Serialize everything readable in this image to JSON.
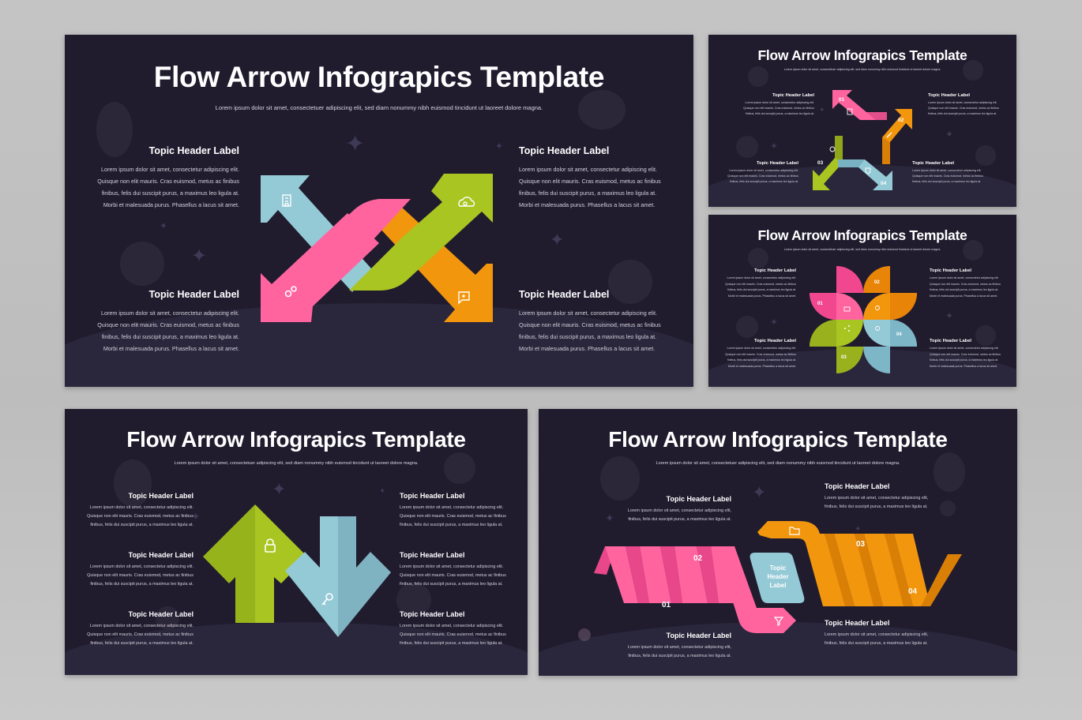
{
  "colors": {
    "page_bg": "#c2c2c2",
    "slide_bg": "#201c2e",
    "pink": "#ff649f",
    "orange": "#f2960e",
    "green": "#a9c521",
    "blue": "#94c9d6",
    "text": "#ffffff"
  },
  "slides": [
    {
      "title": "Flow Arrow Infograpics Template",
      "subtitle": "Lorem ipsum dolor sit amet, consectetuer adipiscing elit, sed diam nonummy nibh euismod tincidunt ut laoreet dolore magna.",
      "topics": [
        {
          "header": "Topic Header Label",
          "lines": [
            "Lorem ipsum dolor sit amet, consectetur adipiscing elit.",
            "Quisque non elit mauris. Cras euismod, metus ac finibus",
            "finibus, felis dui suscipit purus, a maximus leo ligula at.",
            "Morbi et malesuada purus. Phasellus a lacus sit amet."
          ]
        },
        {
          "header": "Topic Header Label",
          "lines": [
            "Lorem ipsum dolor sit amet, consectetur adipiscing elit.",
            "Quisque non elit mauris. Cras euismod, metus ac finibus",
            "finibus, felis dui suscipit purus, a maximus leo ligula at.",
            "Morbi et malesuada purus. Phasellus a lacus sit amet."
          ]
        },
        {
          "header": "Topic Header Label",
          "lines": [
            "Lorem ipsum dolor sit amet, consectetur adipiscing elit.",
            "Quisque non elit mauris. Cras euismod, metus ac finibus",
            "finibus, felis dui suscipit purus, a maximus leo ligula at.",
            "Morbi et malesuada purus. Phasellus a lacus sit amet."
          ]
        },
        {
          "header": "Topic Header Label",
          "lines": [
            "Lorem ipsum dolor sit amet, consectetur adipiscing elit.",
            "Quisque non elit mauris. Cras euismod, metus ac finibus",
            "finibus, felis dui suscipit purus, a maximus leo ligula at.",
            "Morbi et malesuada purus. Phasellus a lacus sit amet."
          ]
        }
      ],
      "icons": [
        "building-icon",
        "cloud-settings-icon",
        "gears-icon",
        "chat-add-icon"
      ]
    },
    {
      "title": "Flow Arrow Infograpics Template",
      "subtitle": "Lorem ipsum dolor sit amet, consectetuer adipiscing elit, sed diam nonummy nibh euismod tincidunt ut laoreet dolore magna.",
      "topics": [
        {
          "header": "Topic Header Label",
          "lines": [
            "Lorem ipsum dolor sit amet, consectetur adipiscing elit.",
            "Quisque non elit mauris. Cras euismod, metus ac finibus",
            "finibus, felis dui suscipit purus, a maximus leo ligula at."
          ]
        },
        {
          "header": "Topic Header Label",
          "lines": [
            "Lorem ipsum dolor sit amet, consectetur adipiscing elit.",
            "Quisque non elit mauris. Cras euismod, metus ac finibus",
            "finibus, felis dui suscipit purus, a maximus leo ligula at."
          ]
        },
        {
          "header": "Topic Header Label",
          "lines": [
            "Lorem ipsum dolor sit amet, consectetur adipiscing elit.",
            "Quisque non elit mauris. Cras euismod, metus ac finibus",
            "finibus, felis dui suscipit purus, a maximus leo ligula at."
          ]
        },
        {
          "header": "Topic Header Label",
          "lines": [
            "Lorem ipsum dolor sit amet, consectetur adipiscing elit.",
            "Quisque non elit mauris. Cras euismod, metus ac finibus",
            "finibus, felis dui suscipit purus, a maximus leo ligula at."
          ]
        }
      ],
      "steps": [
        "01",
        "02",
        "03",
        "04"
      ],
      "icons": [
        "clipboard-icon",
        "pencil-icon",
        "search-icon",
        "shield-icon"
      ]
    },
    {
      "title": "Flow Arrow Infograpics Template",
      "subtitle": "Lorem ipsum dolor sit amet, consectetuer adipiscing elit, sed diam nonummy nibh euismod tincidunt ut laoreet dolore magna.",
      "topics": [
        {
          "header": "Topic Header Label",
          "lines": [
            "Lorem ipsum dolor sit amet, consectetur adipiscing elit.",
            "Quisque non elit mauris. Cras euismod, metus ac finibus",
            "finibus, felis dui suscipit purus, a maximus leo ligula at.",
            "Morbi et malesuada purus. Phasellus a lacus sit amet."
          ]
        },
        {
          "header": "Topic Header Label",
          "lines": [
            "Lorem ipsum dolor sit amet, consectetur adipiscing elit.",
            "Quisque non elit mauris. Cras euismod, metus ac finibus",
            "finibus, felis dui suscipit purus, a maximus leo ligula at.",
            "Morbi et malesuada purus. Phasellus a lacus sit amet."
          ]
        },
        {
          "header": "Topic Header Label",
          "lines": [
            "Lorem ipsum dolor sit amet, consectetur adipiscing elit.",
            "Quisque non elit mauris. Cras euismod, metus ac finibus",
            "finibus, felis dui suscipit purus, a maximus leo ligula at.",
            "Morbi et malesuada purus. Phasellus a lacus sit amet."
          ]
        },
        {
          "header": "Topic Header Label",
          "lines": [
            "Lorem ipsum dolor sit amet, consectetur adipiscing elit.",
            "Quisque non elit mauris. Cras euismod, metus ac finibus",
            "finibus, felis dui suscipit purus, a maximus leo ligula at.",
            "Morbi et malesuada purus. Phasellus a lacus sit amet."
          ]
        }
      ],
      "steps": [
        "01",
        "02",
        "03",
        "04"
      ],
      "icons": [
        "briefcase-icon",
        "user-icon",
        "share-icon",
        "rocket-icon"
      ]
    },
    {
      "title": "Flow Arrow Infograpics Template",
      "subtitle": "Lorem ipsum dolor sit amet, consectetuer adipiscing elit, sed diam nonummy nibh euismod tincidunt ut laoreet dolore magna.",
      "topics": [
        {
          "header": "Topic Header Label",
          "lines": [
            "Lorem ipsum dolor sit amet, consectetur adipiscing elit.",
            "Quisque non elit mauris. Cras euismod, metus ac finibus",
            "finibus, felis dui suscipit purus, a maximus leo ligula at."
          ]
        },
        {
          "header": "Topic Header Label",
          "lines": [
            "Lorem ipsum dolor sit amet, consectetur adipiscing elit.",
            "Quisque non elit mauris. Cras euismod, metus ac finibus",
            "finibus, felis dui suscipit purus, a maximus leo ligula at."
          ]
        },
        {
          "header": "Topic Header Label",
          "lines": [
            "Lorem ipsum dolor sit amet, consectetur adipiscing elit.",
            "Quisque non elit mauris. Cras euismod, metus ac finibus",
            "finibus, felis dui suscipit purus, a maximus leo ligula at."
          ]
        },
        {
          "header": "Topic Header Label",
          "lines": [
            "Lorem ipsum dolor sit amet, consectetur adipiscing elit.",
            "Quisque non elit mauris. Cras euismod, metus ac finibus",
            "finibus, felis dui suscipit purus, a maximus leo ligula at."
          ]
        },
        {
          "header": "Topic Header Label",
          "lines": [
            "Lorem ipsum dolor sit amet, consectetur adipiscing elit.",
            "Quisque non elit mauris. Cras euismod, metus ac finibus",
            "finibus, felis dui suscipit purus, a maximus leo ligula at."
          ]
        },
        {
          "header": "Topic Header Label",
          "lines": [
            "Lorem ipsum dolor sit amet, consectetur adipiscing elit.",
            "Quisque non elit mauris. Cras euismod, metus ac finibus",
            "finibus, felis dui suscipit purus, a maximus leo ligula at."
          ]
        }
      ],
      "icons": [
        "lock-icon",
        "key-icon"
      ]
    },
    {
      "title": "Flow Arrow Infograpics Template",
      "subtitle": "Lorem ipsum dolor sit amet, consectetuer adipiscing elit, sed diam nonummy nibh euismod tincidunt ut laoreet dolore magna.",
      "topics": [
        {
          "header": "Topic Header Label",
          "lines": [
            "Lorem ipsum dolor sit amet, consectetur adipiscing elit,",
            "finibus, felis dui suscipit purus, a maximus leo ligula at."
          ]
        },
        {
          "header": "Topic Header Label",
          "lines": [
            "Lorem ipsum dolor sit amet, consectetur adipiscing elit,",
            "finibus, felis dui suscipit purus, a maximus leo ligula at."
          ]
        },
        {
          "header": "Topic Header Label",
          "lines": [
            "Lorem ipsum dolor sit amet, consectetur adipiscing elit,",
            "finibus, felis dui suscipit purus, a maximus leo ligula at."
          ]
        },
        {
          "header": "Topic Header Label",
          "lines": [
            "Lorem ipsum dolor sit amet, consectetur adipiscing elit,",
            "finibus, felis dui suscipit purus, a maximus leo ligula at."
          ]
        }
      ],
      "center_label": [
        "Topic",
        "Header",
        "Label"
      ],
      "steps": [
        "01",
        "02",
        "03",
        "04"
      ],
      "icons": [
        "folder-icon",
        "filter-icon"
      ]
    }
  ]
}
